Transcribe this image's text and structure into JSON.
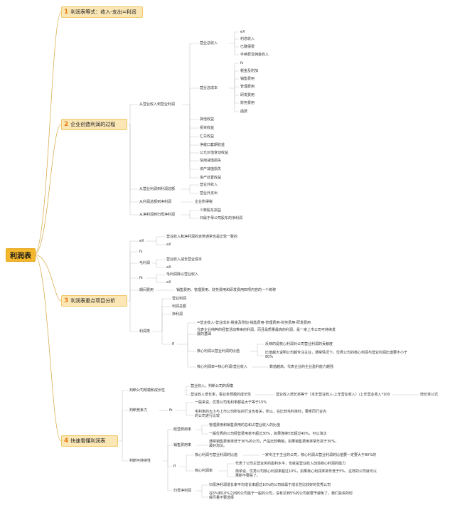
{
  "root": {
    "title": "利润表"
  },
  "s1": {
    "num": "1",
    "label": "利润表等式：收入-支出=利润"
  },
  "s2": {
    "num": "2",
    "label": "企业创造利润的过程",
    "a": "从营业收入到营业利润",
    "rev": "营业总收入",
    "rev_items": [
      "eX",
      "利息收入",
      "已赚保费",
      "手续费及佣金收入"
    ],
    "cost": "营业总成本",
    "cost_items": [
      "fs",
      "税金及附加",
      "销售费用",
      "管理费用",
      "研发费用",
      "财务费用",
      "函费"
    ],
    "other_items": [
      "其他收益",
      "投资收益",
      "汇兑收益",
      "净敞口套期收益",
      "公允价值变动收益",
      "信用减值损失",
      "资产减值损失",
      "资产处置收益"
    ],
    "b": "从营业利润到利润总额",
    "b_items": [
      "营业外收入",
      "营业外支出"
    ],
    "c": "从利润总额到净利润",
    "c_item": "企业所得税",
    "d": "从净利润到归母净利润",
    "d_items": [
      "少数股东损益",
      "归属于母公司股东的净利润"
    ]
  },
  "s3": {
    "num": "3",
    "label": "利润表重点项目分析",
    "ex": "eX",
    "ex1": "营业收入和净利润的走势通常也是比较一致的",
    "ex2": "aX",
    "fs": "fs",
    "gross": "毛利润",
    "gross1": "营业收入减去营业成本",
    "gross2": "aX",
    "ratio": "fk",
    "ratio1": "毛利润除以营业收入",
    "ratio2": "aX",
    "period": "期间费用",
    "period1": "销售费用、管理费用、财务费用和研发费用四项内容的一个统称",
    "profit": "利润类",
    "p_items": [
      "营业利润",
      "利润总额",
      "净利润"
    ],
    "core": "fl",
    "core1": "=营业收入-营业成本-税金及附加-销售费用-管理费用-财务费用-研发费用",
    "core2": "代表企业纯粹的经营活动带来的利润，而且是质量最高的利润，是一家上市公司可持续发展的基础",
    "core3": "核心利润以营业利润的比值",
    "core3a": "反映的是核心利润对公司营业利润的贡献度",
    "core3b": "比值越大说明公司越专注主业，通常情况下，优秀公司的核心利润与营业利润比值要不小于80%",
    "core4": "核心利润率=核心利润/营业收入",
    "core4a": "数值越高，代表企业的主业盈利能力越强"
  },
  "s4": {
    "num": "4",
    "label": "快速看懂利润表",
    "scale": "判断公司规模和成长性",
    "scale1": "营业收入，判断公司的规模",
    "scale2": "营业收入增长率，看业务规模的成长性",
    "scale2a": "营业收入增长率等于（本年营业收入-上年营业收入）/上年营业收入*100",
    "scale2b": "增长率公式",
    "comp": "判断竞争力",
    "comp_k": "fk",
    "comp1": "一般来说，优秀公司毛利率都是大于等于15%",
    "comp2": "毛利率的大小与上市公司所在的行业也有关，所以，在比较毛利率时，要拿同行业内的公司进行比较",
    "sus": "判断可持续性",
    "opex": "经营费用率",
    "opex1": "管理费用和销售费用的总和占营业收入的比值",
    "opex2": "一般优秀的公司经营费用率不超过30%，如果连续5年超过40%，可以淘汰",
    "sell": "销售费用率",
    "sell1": "通常销售费用率低于30%的公司，产品比较畅销，如果销售费用率常年高于30%，最好淘汰。",
    "fl": "fl",
    "core_ratio": "核心利润与营业利润的比值",
    "core_ratio1": "一家专注于主业的公司，核心利润占营业利润的比值要一定要大于80%的",
    "core_rate": "核心利润率",
    "core_rate1": "代表了公司主营业务的盈利水平，也就是营业收入创造核心利润的能力",
    "core_rate2": "简单说，优秀公司核心利润率超过10%，如果核心利润率常年低于5%，这样的公司就可以果断不要投了。",
    "net": "归母净利润",
    "net1": "归母净利润增长率平均增长率超过10%的公司就属于成长性比较好的优秀公司",
    "net2": "在5%到10%之间的公司属于一般的公司，没有达到5%的公司就要予避免了。我们投资的时候尽量不要选择"
  }
}
